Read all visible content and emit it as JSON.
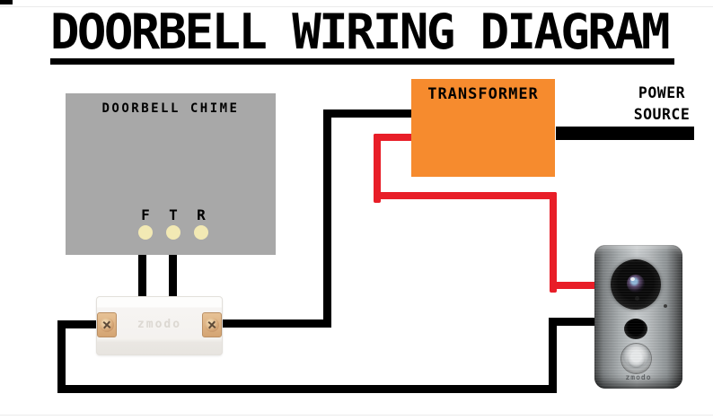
{
  "title": {
    "text": "DOORBELL WIRING DIAGRAM"
  },
  "chime": {
    "label": "DOORBELL CHIME",
    "bg_color": "#a8a8a8",
    "terminal_color": "#f2e9b4",
    "terminals": [
      {
        "label": "F"
      },
      {
        "label": "T"
      },
      {
        "label": "R"
      }
    ]
  },
  "transformer": {
    "label": "TRANSFORMER",
    "bg_color": "#f68b2e"
  },
  "power_source": {
    "label_line1": "POWER",
    "label_line2": "SOURCE"
  },
  "connector": {
    "brand": "zmodo"
  },
  "doorbell": {
    "brand": "zmodo"
  },
  "wires": {
    "black_color": "#000000",
    "red_color": "#e81e28"
  }
}
